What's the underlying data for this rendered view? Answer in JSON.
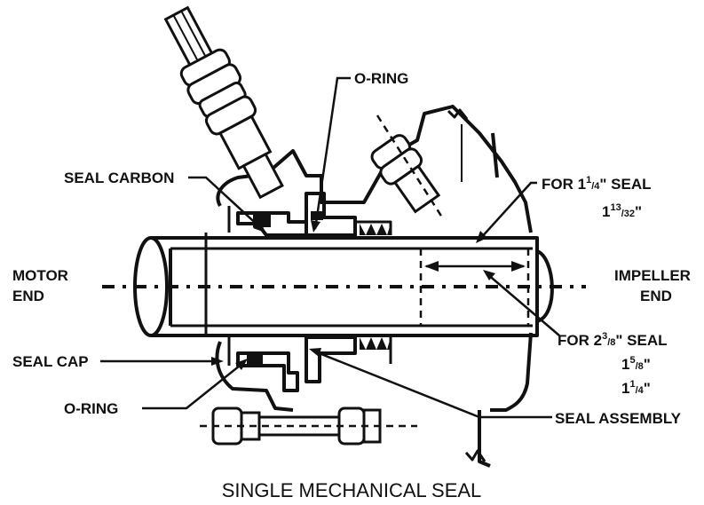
{
  "labels": {
    "o_ring_top": "O-RING",
    "seal_carbon": "SEAL CARBON",
    "for_small_seal_prefix": "FOR 1",
    "for_small_seal_sup": "1",
    "for_small_seal_sub": "/4",
    "for_small_seal_suffix": "\" SEAL",
    "small_dim_whole": "1",
    "small_dim_sup": "13",
    "small_dim_sub": "/32",
    "small_dim_suffix": "\"",
    "motor": "MOTOR",
    "motor_end": "END",
    "impeller": "IMPELLER",
    "impeller_end": "END",
    "for_large_seal_prefix": "FOR 2",
    "for_large_seal_sup": "3",
    "for_large_seal_sub": "/8",
    "for_large_seal_suffix": "\" SEAL",
    "large_dim1_whole": "1",
    "large_dim1_sup": "5",
    "large_dim1_sub": "/8",
    "large_dim1_suffix": "\"",
    "large_dim2_whole": "1",
    "large_dim2_sup": "1",
    "large_dim2_sub": "/4",
    "large_dim2_suffix": "\"",
    "seal_cap": "SEAL CAP",
    "o_ring_bottom": "O-RING",
    "seal_assembly": "SEAL ASSEMBLY"
  },
  "caption": "SINGLE MECHANICAL SEAL"
}
